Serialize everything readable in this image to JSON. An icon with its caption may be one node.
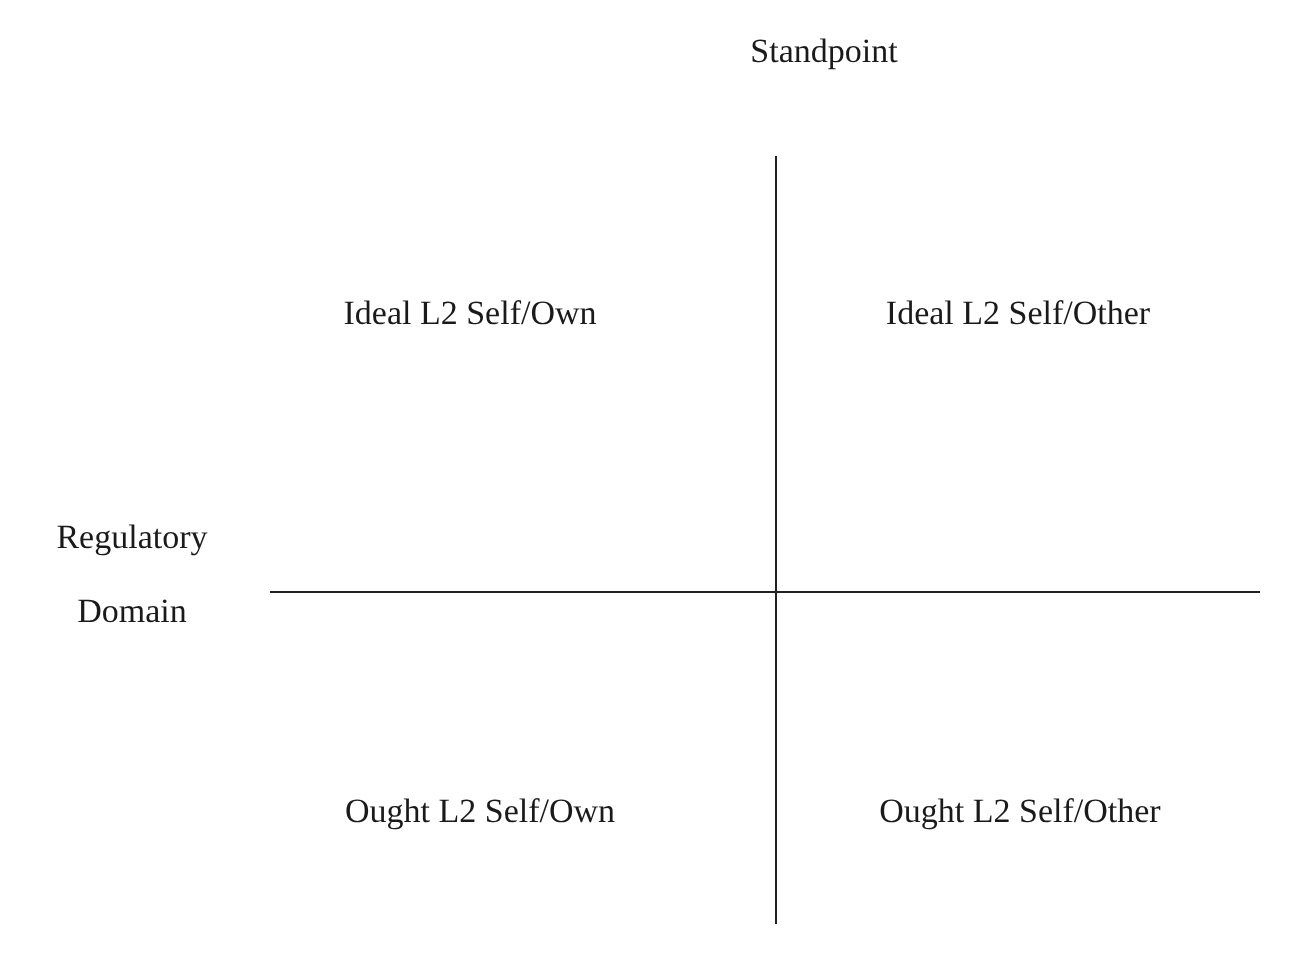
{
  "diagram": {
    "labels": [
      "Standpoint",
      "Ideal L2 Self/Own",
      "Ideal L2 Self/Other",
      "Regulatory Domain",
      "Ought L2 Self/Own",
      "Ought L2 Self/Other"
    ]
  }
}
